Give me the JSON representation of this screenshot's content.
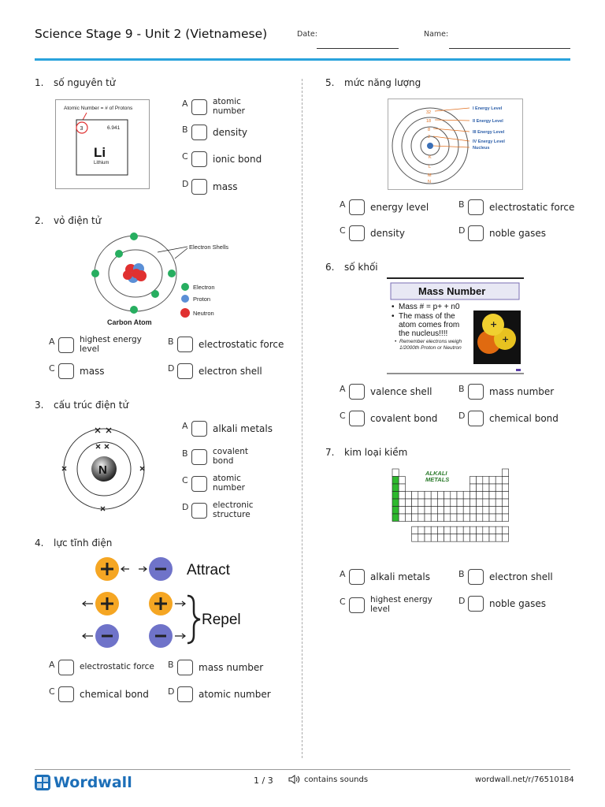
{
  "header": {
    "title": "Science Stage 9 - Unit 2 (Vietnamese)",
    "date_label": "Date:",
    "name_label": "Name:"
  },
  "questions": [
    {
      "number": "1.",
      "prompt": "số nguyên tử",
      "image": {
        "caption": "Atomic Number = # of Protons",
        "atomic_number": "3",
        "mass": "6.941",
        "symbol": "Li",
        "name": "Lithium"
      },
      "options": [
        {
          "letter": "A",
          "text": "atomic number"
        },
        {
          "letter": "B",
          "text": "density"
        },
        {
          "letter": "C",
          "text": "ionic bond"
        },
        {
          "letter": "D",
          "text": "mass"
        }
      ]
    },
    {
      "number": "2.",
      "prompt": "vỏ điện tử",
      "image": {
        "shells_label": "Electron Shells",
        "legend": [
          "Electron",
          "Proton",
          "Neutron"
        ],
        "caption": "Carbon Atom"
      },
      "options": [
        {
          "letter": "A",
          "text": "highest energy level"
        },
        {
          "letter": "B",
          "text": "electrostatic force"
        },
        {
          "letter": "C",
          "text": "mass"
        },
        {
          "letter": "D",
          "text": "electron shell"
        }
      ]
    },
    {
      "number": "3.",
      "prompt": "cấu trúc điện tử",
      "image": {
        "nucleus": "N"
      },
      "options": [
        {
          "letter": "A",
          "text": "alkali metals"
        },
        {
          "letter": "B",
          "text": "covalent bond"
        },
        {
          "letter": "C",
          "text": "atomic number"
        },
        {
          "letter": "D",
          "text": "electronic structure"
        }
      ]
    },
    {
      "number": "4.",
      "prompt": "lực tĩnh điện",
      "image": {
        "attract": "Attract",
        "repel": "Repel"
      },
      "options": [
        {
          "letter": "A",
          "text": "electrostatic force"
        },
        {
          "letter": "B",
          "text": "mass number"
        },
        {
          "letter": "C",
          "text": "chemical bond"
        },
        {
          "letter": "D",
          "text": "atomic number"
        }
      ]
    },
    {
      "number": "5.",
      "prompt": "mức năng lượng",
      "image": {
        "levels": [
          "I  Energy Level",
          "II  Energy Level",
          "III  Energy Level",
          "IV  Energy Level",
          "Nucleus"
        ],
        "shell_numbers": [
          "32",
          "18",
          "8",
          "2"
        ],
        "shell_letters": [
          "K",
          "L",
          "M",
          "N"
        ]
      },
      "options": [
        {
          "letter": "A",
          "text": "energy level"
        },
        {
          "letter": "B",
          "text": "electrostatic force"
        },
        {
          "letter": "C",
          "text": "density"
        },
        {
          "letter": "D",
          "text": "noble gases"
        }
      ]
    },
    {
      "number": "6.",
      "prompt": "số khối",
      "image": {
        "title": "Mass Number",
        "bullet1": "Mass # = p+ + n0",
        "bullet2a": "The mass of the",
        "bullet2b": "atom comes from",
        "bullet2c": "the nucleus!!!!",
        "sub1": "Remember electrons weigh",
        "sub2": "1/2000th Proton or Neutron"
      },
      "options": [
        {
          "letter": "A",
          "text": "valence shell"
        },
        {
          "letter": "B",
          "text": "mass number"
        },
        {
          "letter": "C",
          "text": "covalent bond"
        },
        {
          "letter": "D",
          "text": "chemical bond"
        }
      ]
    },
    {
      "number": "7.",
      "prompt": "kim loại kiềm",
      "image": {
        "label1": "ALKALI",
        "label2": "METALS"
      },
      "options": [
        {
          "letter": "A",
          "text": "alkali metals"
        },
        {
          "letter": "B",
          "text": "electron shell"
        },
        {
          "letter": "C",
          "text": "highest energy level"
        },
        {
          "letter": "D",
          "text": "noble gases"
        }
      ]
    }
  ],
  "footer": {
    "logo": "Wordwall",
    "page": "1 / 3",
    "sounds": "contains sounds",
    "url": "wordwall.net/r/76510184"
  },
  "colors": {
    "accent": "#2aa3dc",
    "brand": "#1d6fb8",
    "proton": "#f39c12",
    "electron": "#27ae60",
    "neutron": "#e03030",
    "alkali": "#2db82d"
  }
}
